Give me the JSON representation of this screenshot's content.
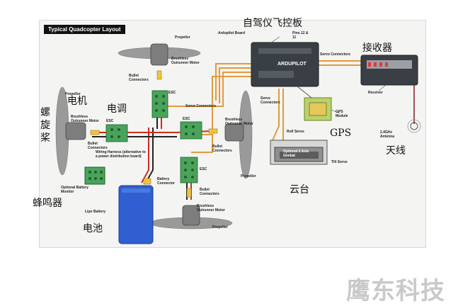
{
  "diagram": {
    "title": "Typical Quadcopter Layout",
    "english_labels": {
      "propeller": "Propeller",
      "brushless_motor": "Brushless Outrunner Motor",
      "bullet_connectors": "Bullet Connectors",
      "esc": "ESC",
      "ardupilot_board": "Ardupilot Board",
      "pins": "Pins 12 & 11",
      "servo_connectors": "Servo Connectors",
      "receiver": "Receiver",
      "gps_module": "GPS Module",
      "roll_servo": "Roll Servo",
      "optional_gimbal": "Optional 2 Axis Gimbal",
      "tilt_servo": "Tilt Servo",
      "antenna": "2.4GHz Antenna",
      "wiring_harness": "Wiring Harness (alternative to a power distribution board)",
      "battery_connector": "Battery Connector",
      "battery_monitor": "Optional Battery Monitor",
      "lipo_battery": "Lipo Battery",
      "board_brand": "ARDUPILOT"
    },
    "chinese_labels": {
      "flight_controller": "自驾仪飞控板",
      "receiver": "接收器",
      "motor": "电机",
      "esc": "电调",
      "propeller": "螺旋桨",
      "gps": "GPS",
      "antenna": "天线",
      "gimbal": "云台",
      "buzzer": "蜂鸣器",
      "battery": "电池"
    }
  },
  "watermark": "鹰东科技",
  "colors": {
    "wire_orange": "#e39a3a",
    "wire_red": "#d22a1f",
    "wire_black": "#222222",
    "esc_green": "#4aa35b",
    "battery_blue": "#2f5fd0",
    "board_dark": "#3a3f45"
  }
}
